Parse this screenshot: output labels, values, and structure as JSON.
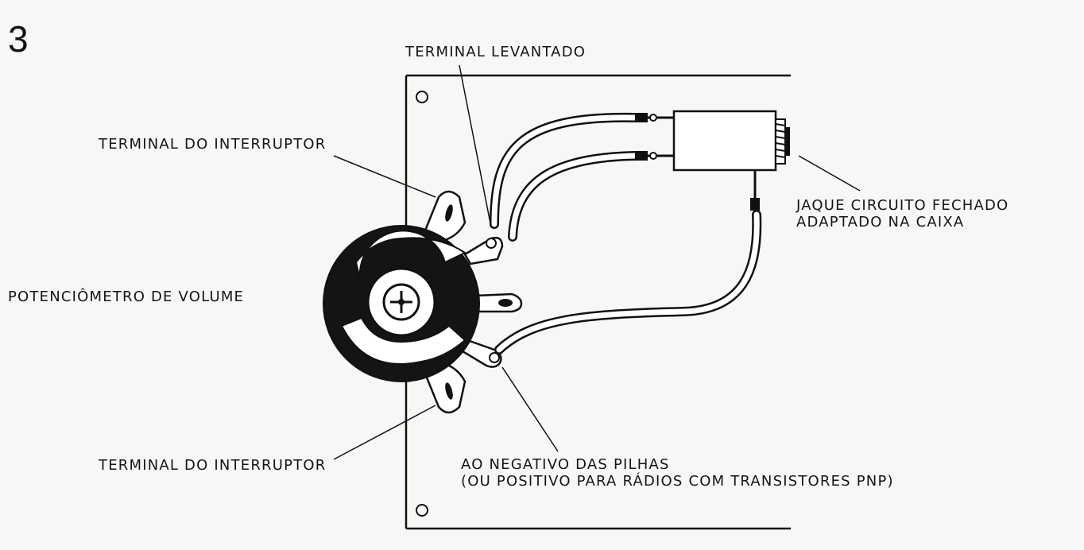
{
  "figure": {
    "number": "3"
  },
  "labels": {
    "raised_terminal": "TERMINAL LEVANTADO",
    "switch_terminal_top": "TERMINAL DO INTERRUPTOR",
    "volume_pot": "POTENCIÔMETRO DE VOLUME",
    "switch_terminal_bottom": "TERMINAL DO INTERRUPTOR",
    "jack_line1": "JAQUE CIRCUITO FECHADO",
    "jack_line2": "ADAPTADO NA CAIXA",
    "battery_line1": "AO NEGATIVO DAS PILHAS",
    "battery_line2": "(OU POSITIVO PARA RÁDIOS COM TRANSISTORES PNP)"
  },
  "colors": {
    "ink": "#111111",
    "paper": "#f7f7f5",
    "wire": "#ffffff"
  }
}
